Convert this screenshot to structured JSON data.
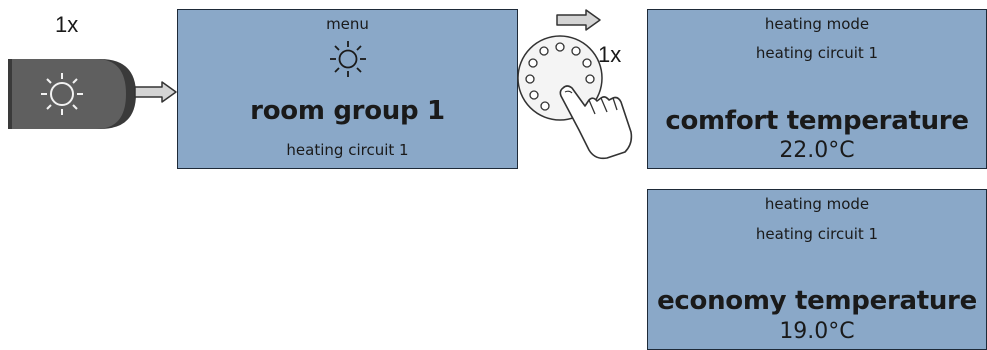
{
  "button_press_count": "1x",
  "knob_turn_count": "1x",
  "icons": {
    "button": "sun-icon",
    "menu": "sun-icon",
    "knob": "rotary-knob-with-hand-icon",
    "arrows": "right-arrow-icon"
  },
  "colors": {
    "screen_bg": "#8aa8c8",
    "button_bg": "#5f5f5f"
  },
  "screen_menu": {
    "title": "menu",
    "heading": "room group 1",
    "subtitle": "heating circuit 1"
  },
  "screen_comfort": {
    "line1": "heating mode",
    "line2": "heating circuit 1",
    "heading": "comfort temperature",
    "value": "22.0°C"
  },
  "screen_economy": {
    "line1": "heating mode",
    "line2": "heating circuit 1",
    "heading": "economy temperature",
    "value": "19.0°C"
  }
}
